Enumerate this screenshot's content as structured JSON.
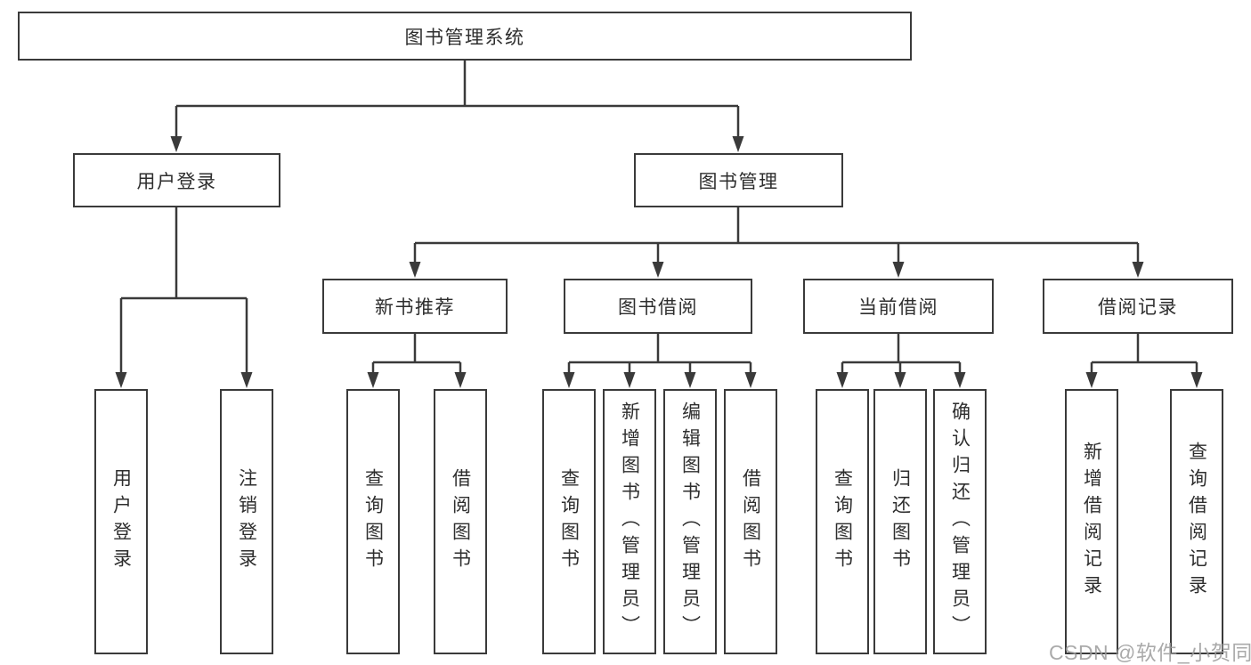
{
  "diagram": {
    "root": "图书管理系统",
    "branches": [
      "用户登录",
      "图书管理"
    ],
    "subbranches": [
      "新书推荐",
      "图书借阅",
      "当前借阅",
      "借阅记录"
    ],
    "leaves": [
      "用户登录",
      "注销登录",
      "查询图书",
      "借阅图书",
      "查询图书",
      "新增图书（管理员）",
      "编辑图书（管理员）",
      "借阅图书",
      "查询图书",
      "归还图书",
      "确认归还（管理员）",
      "新增借阅记录",
      "查询借阅记录"
    ],
    "line_color": "#3a3a3a"
  },
  "watermark": {
    "text": "CSDN @软件_小贺同学"
  }
}
